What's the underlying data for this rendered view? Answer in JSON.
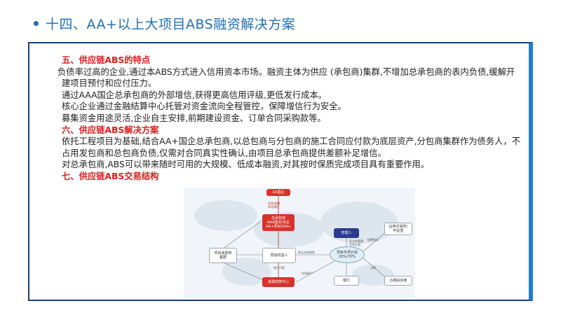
{
  "slide": {
    "title": "十四、AA+以上大项目ABS融资解决方案"
  },
  "sections": [
    {
      "heading": "五、供应链ABS的特点",
      "paragraphs": [
        "负债率过高的企业,通过本ABS方式进入信用资本市场。融资主体为供应 (承包商)集群,不增加总承包商的表内负债,缓解开建项目预付和应付压力。",
        "通过AAA国企总承包商的外部增信,获得更高信用评级,更低发行成本。",
        "核心企业通过金融结算中心托管对资金流向全程管控，保障增信行为安全。",
        "募集资金用途灵活,企业自主安排,前期建设资金、订单合同采购款等。"
      ]
    },
    {
      "heading": "六、供应链ABS解决方案",
      "paragraphs": [
        "依托工程项目为基础,结合AA+国企总承包商,以总包商与分包商的施工合同应付款为底层资产,分包商集群作为债务人，不占用发包商和总包商负债,仅需对合同真实性确认,由项目总承包商提供差额补足增信。",
        "对总承包商,ABS可以带来随时可用的大规模、低成本融资,对其按时保质完成项目具有重要作用。"
      ]
    },
    {
      "heading": "七、供应链ABS交易结构",
      "paragraphs": []
    }
  ],
  "diagram": {
    "nodes": {
      "rating": "AA国企",
      "guarantor": "总承包商\nAAA国资/央企\nAA+项目ZAA+",
      "project_builder": "项目承建商\n集群",
      "original_holder": "原始权益人",
      "settlement": "金融结算中心",
      "manager": "管理人",
      "spv": "项目专项计划\n20%/70%",
      "bank": "银行",
      "securities": "证券交易所/\n中证登",
      "investors": "合格投资者"
    },
    "labels": {
      "credit_note": "信用/差额\n补足增信",
      "transfer": "转让应收账款",
      "payment": "账户付款",
      "custody": "托管账户",
      "mgmt": "设立并管理\n专项计划",
      "sub": "认购",
      "listing": "挂牌转让"
    }
  }
}
